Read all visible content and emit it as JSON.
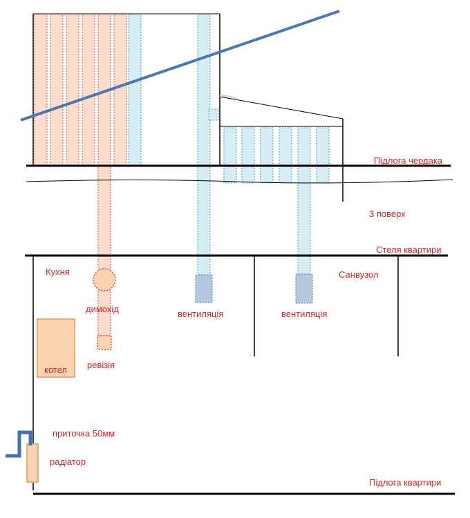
{
  "labels": {
    "attic_floor": "Підлога чердака",
    "third_floor": "3 поверх",
    "ceiling": "Стеля квартири",
    "kitchen": "Кухня",
    "bathroom": "Санвузол",
    "chimney": "димохід",
    "ventilation_left": "вентиляція",
    "ventilation_right": "вентиляція",
    "revision": "ревізія",
    "boiler": "котел",
    "inlet": "приточка 50мм",
    "radiator": "радіатор",
    "apartment_floor": "Підлога квартири"
  },
  "colors": {
    "label_text": "#e02020",
    "structure_line": "#000000",
    "roof_line": "#4a78b5",
    "chimney_fill": "#fbdccd",
    "chimney_stroke": "#e04a30",
    "vent_fill": "#d6eef3",
    "vent_stroke": "#3aa0c8",
    "vent_grille_fill": "#b4c8e0",
    "vent_grille_stroke": "#5577aa",
    "boiler_fill": "#fbd3b0",
    "boiler_stroke": "#eeaa77",
    "pipe": "#3f74b8"
  }
}
